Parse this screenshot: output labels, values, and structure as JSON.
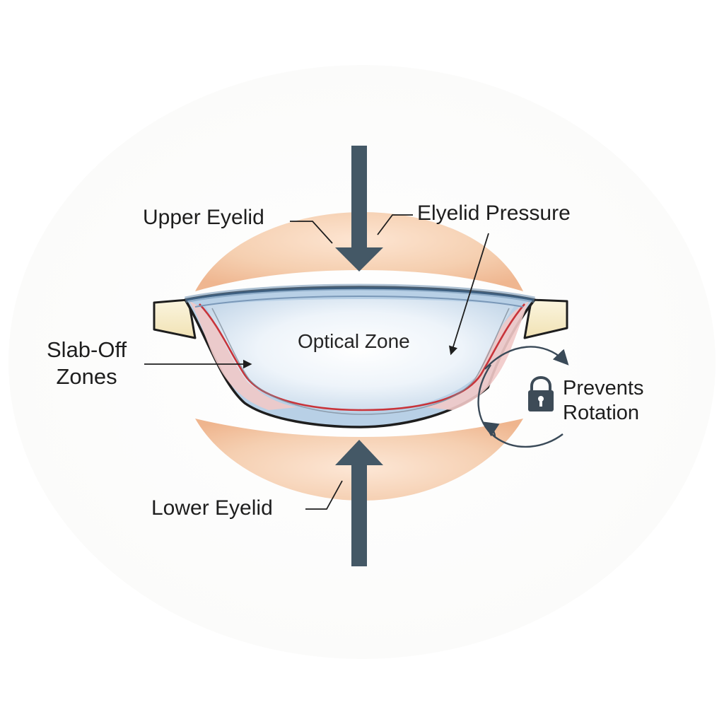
{
  "labels": {
    "upper_eyelid": "Upper Eyelid",
    "eyelid_pressure": "Elyelid Pressure",
    "optical_zone": "Optical Zone",
    "slab_off_line1": "Slab-Off",
    "slab_off_line2": "Zones",
    "prevents_line1": "Prevents",
    "prevents_line2": "Rotation",
    "lower_eyelid": "Lower Eyelid"
  },
  "icons": {
    "lock": "lock-icon",
    "rotation": "circular-arrow-icon",
    "pressure_arrow": "down-arrow-icon",
    "counter_pressure_arrow": "up-arrow-icon"
  },
  "colors": {
    "eyelid": "#f2c4a0",
    "arrow": "#445866",
    "lens_blue": "#a9c6e0",
    "slab_off_red": "#c8343a",
    "slab_off_pink": "#f1c9c8",
    "flange": "#f6ebc8",
    "ink": "#1e1e1e"
  }
}
